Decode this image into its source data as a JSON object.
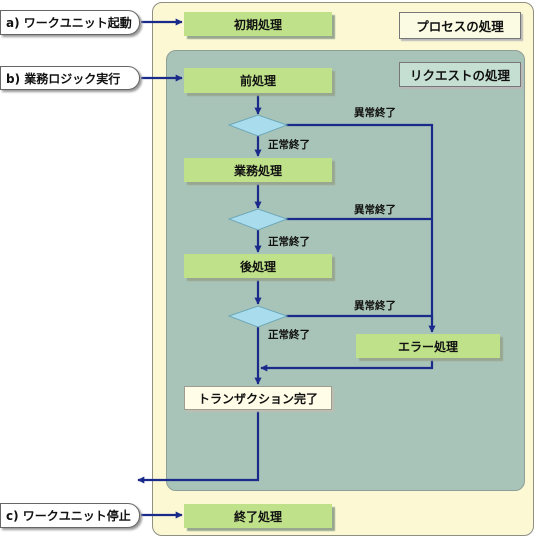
{
  "process_container": {
    "title": "プロセスの処理"
  },
  "request_container": {
    "title": "リクエストの処理"
  },
  "triggers": {
    "work_unit_start": "a) ワークユニット起動",
    "business_logic_execute": "b) 業務ロジック実行",
    "work_unit_stop": "c) ワークユニット停止"
  },
  "steps": {
    "initial": "初期処理",
    "pre": "前処理",
    "business": "業務処理",
    "post": "後処理",
    "error": "エラー処理",
    "transaction_complete": "トランザクション完了",
    "final": "終了処理"
  },
  "branch_labels": {
    "abnormal_end": "異常終了",
    "normal_end": "正常終了"
  },
  "colors": {
    "line": "#1a2a8a",
    "step_fill": "#bfe18a",
    "decision_fill": "#a9dcec",
    "process_bg": "#fbf8d3",
    "request_bg": "#a8c4b8"
  }
}
